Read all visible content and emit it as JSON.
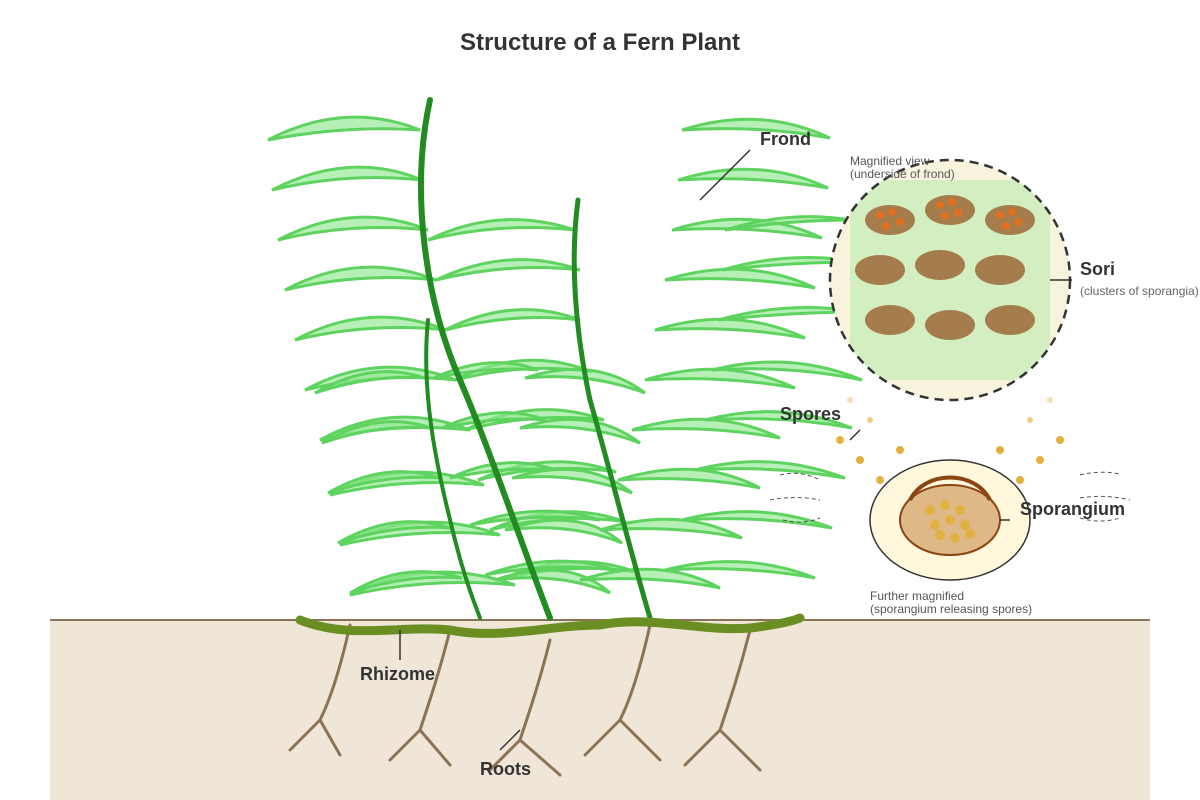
{
  "title": "Structure of a Fern Plant",
  "labels": {
    "frond": "Frond",
    "sori": "Sori",
    "sori_sub": "(clusters of sporangia)",
    "spores": "Spores",
    "sporangium": "Sporangium",
    "rhizome": "Rhizome",
    "roots": "Roots"
  },
  "notes": {
    "magnified_line1": "Magnified view",
    "magnified_line2": "(underside of frond)",
    "further_line1": "Further magnified",
    "further_line2": "(sporangium releasing spores)"
  },
  "colors": {
    "leaf_fill": "#90e890",
    "leaf_stroke": "#5fd35f",
    "stem": "#228b22",
    "rhizome": "#6b8e23",
    "root": "#8b7355",
    "soil": "#f0e6d8",
    "soil_line": "#8b7355",
    "sorus": "#a0703f",
    "spore": "#e0b040",
    "sporangium_fill": "#deb887",
    "magnifier_bg": "#f7f3dc"
  }
}
